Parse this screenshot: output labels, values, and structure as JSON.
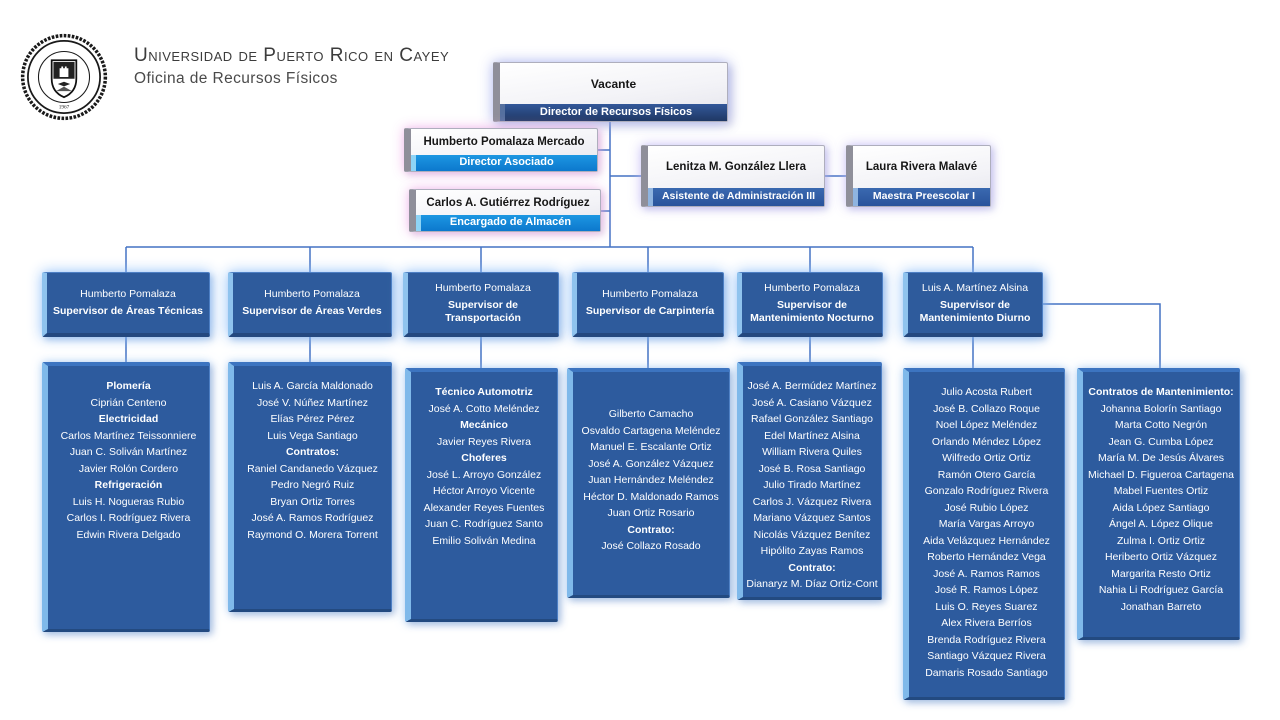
{
  "header": {
    "university": "Universidad de Puerto Rico en Cayey",
    "office": "Oficina de Recursos Físicos"
  },
  "colors": {
    "box_blue": "#2E5B9C",
    "banner_navy": "#1F3864",
    "banner_bright_blue": "#0E7FD6",
    "banner_medium_blue": "#29539B",
    "bevel_light_blue": "#8FC3EE",
    "connector_blue": "#4472C4"
  },
  "org": {
    "director": {
      "name": "Vacante",
      "title": "Director de Recursos Físicos"
    },
    "associate_director": {
      "name": "Humberto Pomalaza Mercado",
      "title": "Director Asociado"
    },
    "warehouse_manager": {
      "name": "Carlos A. Gutiérrez Rodríguez",
      "title": "Encargado de Almacén"
    },
    "admin_assistant": {
      "name": "Lenitza M. González Llera",
      "title": "Asistente de Administración III"
    },
    "preschool_teacher": {
      "name": "Laura Rivera Malavé",
      "title": "Maestra Preescolar I"
    },
    "supervisors": [
      {
        "name": "Humberto Pomalaza",
        "title": "Supervisor de Áreas Técnicas"
      },
      {
        "name": "Humberto Pomalaza",
        "title": "Supervisor de Áreas Verdes"
      },
      {
        "name": "Humberto Pomalaza",
        "title": "Supervisor de Transportación"
      },
      {
        "name": "Humberto Pomalaza",
        "title": "Supervisor de Carpintería"
      },
      {
        "name": "Humberto Pomalaza",
        "title": "Supervisor de Mantenimiento Nocturno"
      },
      {
        "name": "Luis A. Martínez Alsina",
        "title": "Supervisor de Mantenimiento Diurno"
      }
    ],
    "staff_lists": [
      {
        "id": "areas-tecnicas",
        "items": [
          {
            "text": "Plomería",
            "bold": true
          },
          {
            "text": "Ciprián Centeno"
          },
          {
            "text": "Electricidad",
            "bold": true
          },
          {
            "text": "Carlos Martínez Teissonniere"
          },
          {
            "text": "Juan C. Soliván Martínez"
          },
          {
            "text": "Javier Rolón Cordero"
          },
          {
            "text": "Refrigeración",
            "bold": true
          },
          {
            "text": "Luis H. Nogueras Rubio"
          },
          {
            "text": "Carlos I. Rodríguez Rivera"
          },
          {
            "text": "Edwin Rivera Delgado"
          }
        ]
      },
      {
        "id": "areas-verdes",
        "items": [
          {
            "text": "Luis A. García Maldonado"
          },
          {
            "text": "José V. Núñez Martínez"
          },
          {
            "text": "Elías Pérez Pérez"
          },
          {
            "text": "Luis Vega Santiago"
          },
          {
            "text": "Contratos:",
            "bold": true
          },
          {
            "text": "Raniel Candanedo Vázquez"
          },
          {
            "text": "Pedro Negró Ruiz"
          },
          {
            "text": "Bryan Ortiz Torres"
          },
          {
            "text": "José A. Ramos Rodríguez"
          },
          {
            "text": "Raymond O. Morera Torrent"
          }
        ]
      },
      {
        "id": "transportacion",
        "items": [
          {
            "text": "Técnico Automotriz",
            "bold": true
          },
          {
            "text": "José A. Cotto Meléndez"
          },
          {
            "text": "Mecánico",
            "bold": true
          },
          {
            "text": "Javier Reyes Rivera"
          },
          {
            "text": "Choferes",
            "bold": true
          },
          {
            "text": "José L. Arroyo González"
          },
          {
            "text": "Héctor Arroyo Vicente"
          },
          {
            "text": "Alexander Reyes Fuentes"
          },
          {
            "text": "Juan C. Rodríguez Santo"
          },
          {
            "text": "Emilio Soliván Medina"
          }
        ]
      },
      {
        "id": "carpinteria",
        "items": [
          {
            "text": "Gilberto Camacho"
          },
          {
            "text": "Osvaldo Cartagena Meléndez"
          },
          {
            "text": "Manuel E. Escalante Ortiz"
          },
          {
            "text": "José A. González Vázquez"
          },
          {
            "text": "Juan Hernández Meléndez"
          },
          {
            "text": "Héctor D. Maldonado Ramos"
          },
          {
            "text": "Juan Ortiz Rosario"
          },
          {
            "text": "Contrato:",
            "bold": true
          },
          {
            "text": "José Collazo Rosado"
          }
        ]
      },
      {
        "id": "mantenimiento-nocturno",
        "items": [
          {
            "text": "José A. Bermúdez Martínez"
          },
          {
            "text": "José A. Casiano Vázquez"
          },
          {
            "text": "Rafael González Santiago"
          },
          {
            "text": "Edel Martínez Alsina"
          },
          {
            "text": "William Rivera Quiles"
          },
          {
            "text": "José B. Rosa Santiago"
          },
          {
            "text": "Julio Tirado Martínez"
          },
          {
            "text": "Carlos J. Vázquez Rivera"
          },
          {
            "text": "Mariano Vázquez Santos"
          },
          {
            "text": "Nicolás Vázquez Benítez"
          },
          {
            "text": "Hipólito Zayas Ramos"
          },
          {
            "text": "Contrato:",
            "bold": true
          },
          {
            "text": "Dianaryz M. Díaz Ortiz-Cont"
          }
        ]
      },
      {
        "id": "mantenimiento-diurno",
        "items": [
          {
            "text": "Julio Acosta Rubert"
          },
          {
            "text": "José B. Collazo Roque"
          },
          {
            "text": "Noel López Meléndez"
          },
          {
            "text": "Orlando Méndez López"
          },
          {
            "text": "Wilfredo Ortiz Ortiz"
          },
          {
            "text": "Ramón Otero García"
          },
          {
            "text": "Gonzalo Rodríguez Rivera"
          },
          {
            "text": "José Rubio López"
          },
          {
            "text": "María Vargas Arroyo"
          },
          {
            "text": "Aida Velázquez Hernández"
          },
          {
            "text": "Roberto Hernández Vega"
          },
          {
            "text": "José A. Ramos Ramos"
          },
          {
            "text": "José R. Ramos López"
          },
          {
            "text": "Luis O. Reyes Suarez"
          },
          {
            "text": "Alex Rivera Berríos"
          },
          {
            "text": "Brenda Rodríguez Rivera"
          },
          {
            "text": "Santiago Vázquez Rivera"
          },
          {
            "text": "Damaris Rosado Santiago"
          }
        ]
      },
      {
        "id": "contratos-mantenimiento",
        "items": [
          {
            "text": "Contratos de Mantenimiento:",
            "bold": true
          },
          {
            "text": "Johanna Bolorín Santiago"
          },
          {
            "text": "Marta Cotto Negrón"
          },
          {
            "text": "Jean G. Cumba López"
          },
          {
            "text": "María M. De Jesús Álvares"
          },
          {
            "text": "Michael D. Figueroa Cartagena"
          },
          {
            "text": "Mabel Fuentes Ortiz"
          },
          {
            "text": "Aida López Santiago"
          },
          {
            "text": "Ángel A. López Olique"
          },
          {
            "text": "Zulma I. Ortiz Ortiz"
          },
          {
            "text": "Heriberto Ortiz Vázquez"
          },
          {
            "text": "Margarita Resto Ortiz"
          },
          {
            "text": "Nahia Li Rodríguez García"
          },
          {
            "text": "Jonathan Barreto"
          }
        ]
      }
    ]
  }
}
